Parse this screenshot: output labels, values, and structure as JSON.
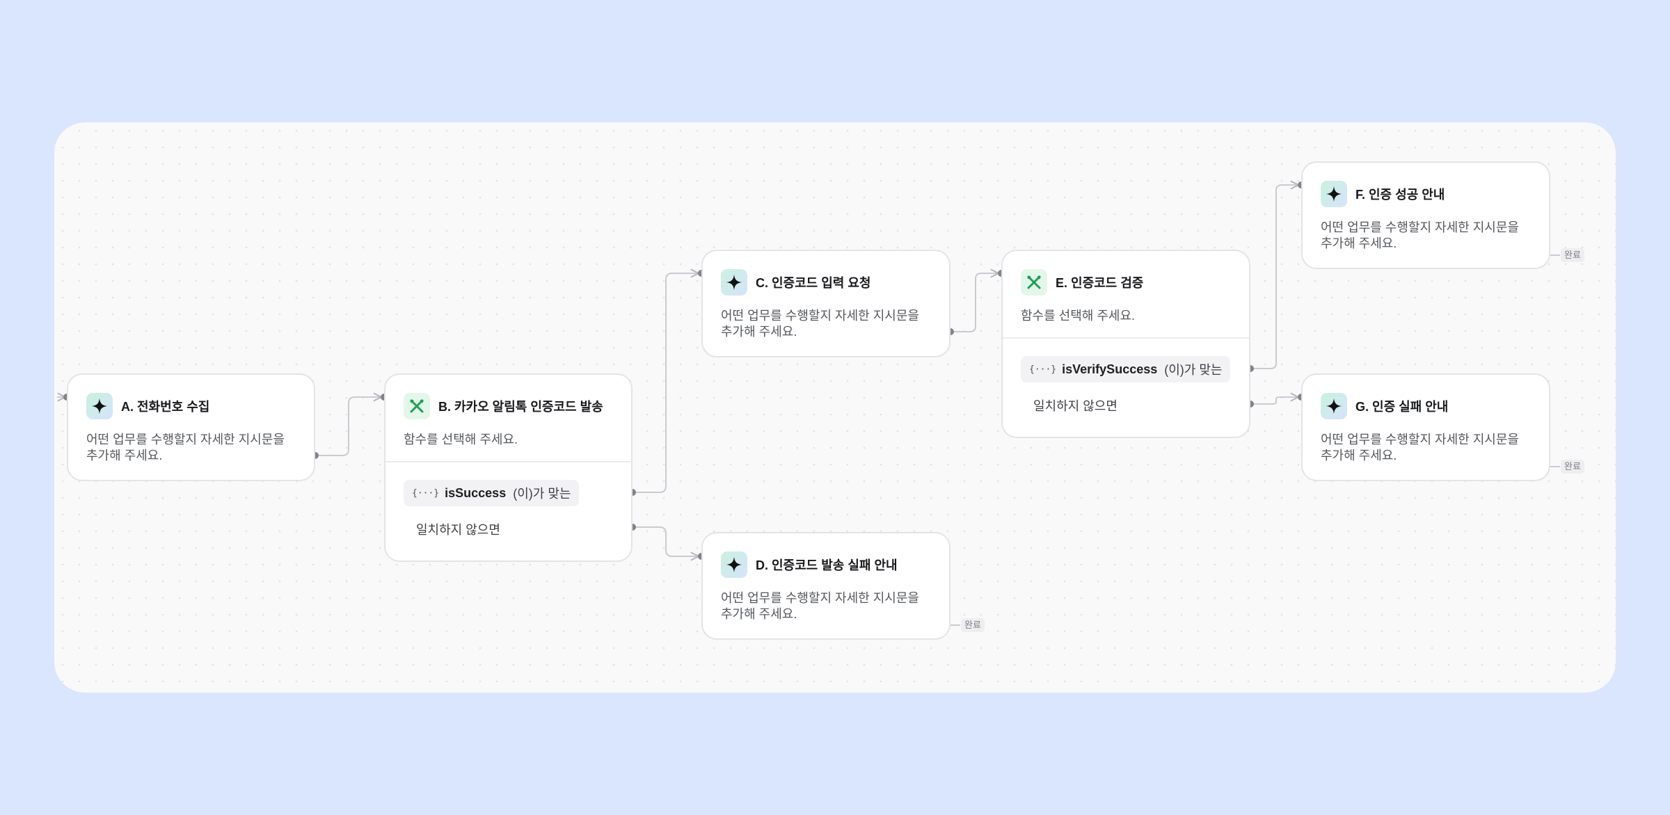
{
  "nodes": {
    "a": {
      "title": "A. 전화번호 수집",
      "description": "어떤 업무를 수행할지 자세한 지시문을 추가해 주세요.",
      "icon": "sparkle-icon"
    },
    "b": {
      "title": "B. 카카오 알림톡 인증코드 발송",
      "description": "함수를 선택해 주세요.",
      "icon": "tools-icon",
      "condition": {
        "prefix": "{···}",
        "variable": "isSuccess",
        "suffix": "(이)가 맞는"
      },
      "else_label": "일치하지 않으면"
    },
    "c": {
      "title": "C. 인증코드 입력 요청",
      "description": "어떤 업무를 수행할지 자세한 지시문을 추가해 주세요.",
      "icon": "sparkle-icon"
    },
    "d": {
      "title": "D. 인증코드 발송 실패 안내",
      "description": "어떤 업무를 수행할지 자세한 지시문을 추가해 주세요.",
      "icon": "sparkle-icon",
      "end_label": "완료"
    },
    "e": {
      "title": "E. 인증코드 검증",
      "description": "함수를 선택해 주세요.",
      "icon": "tools-icon",
      "condition": {
        "prefix": "{···}",
        "variable": "isVerifySuccess",
        "suffix": "(이)가 맞는"
      },
      "else_label": "일치하지 않으면"
    },
    "f": {
      "title": "F. 인증 성공 안내",
      "description": "어떤 업무를 수행할지 자세한 지시문을 추가해 주세요.",
      "icon": "sparkle-icon",
      "end_label": "완료"
    },
    "g": {
      "title": "G. 인증 실패 안내",
      "description": "어떤 업무를 수행할지 자세한 지시문을 추가해 주세요.",
      "icon": "sparkle-icon",
      "end_label": "완료"
    }
  },
  "colors": {
    "background": "#d9e6fd",
    "canvas": "#f9f9fa",
    "function_icon": "#1f9d55",
    "edge": "#c4c6cc",
    "port": "#7d7f85"
  }
}
